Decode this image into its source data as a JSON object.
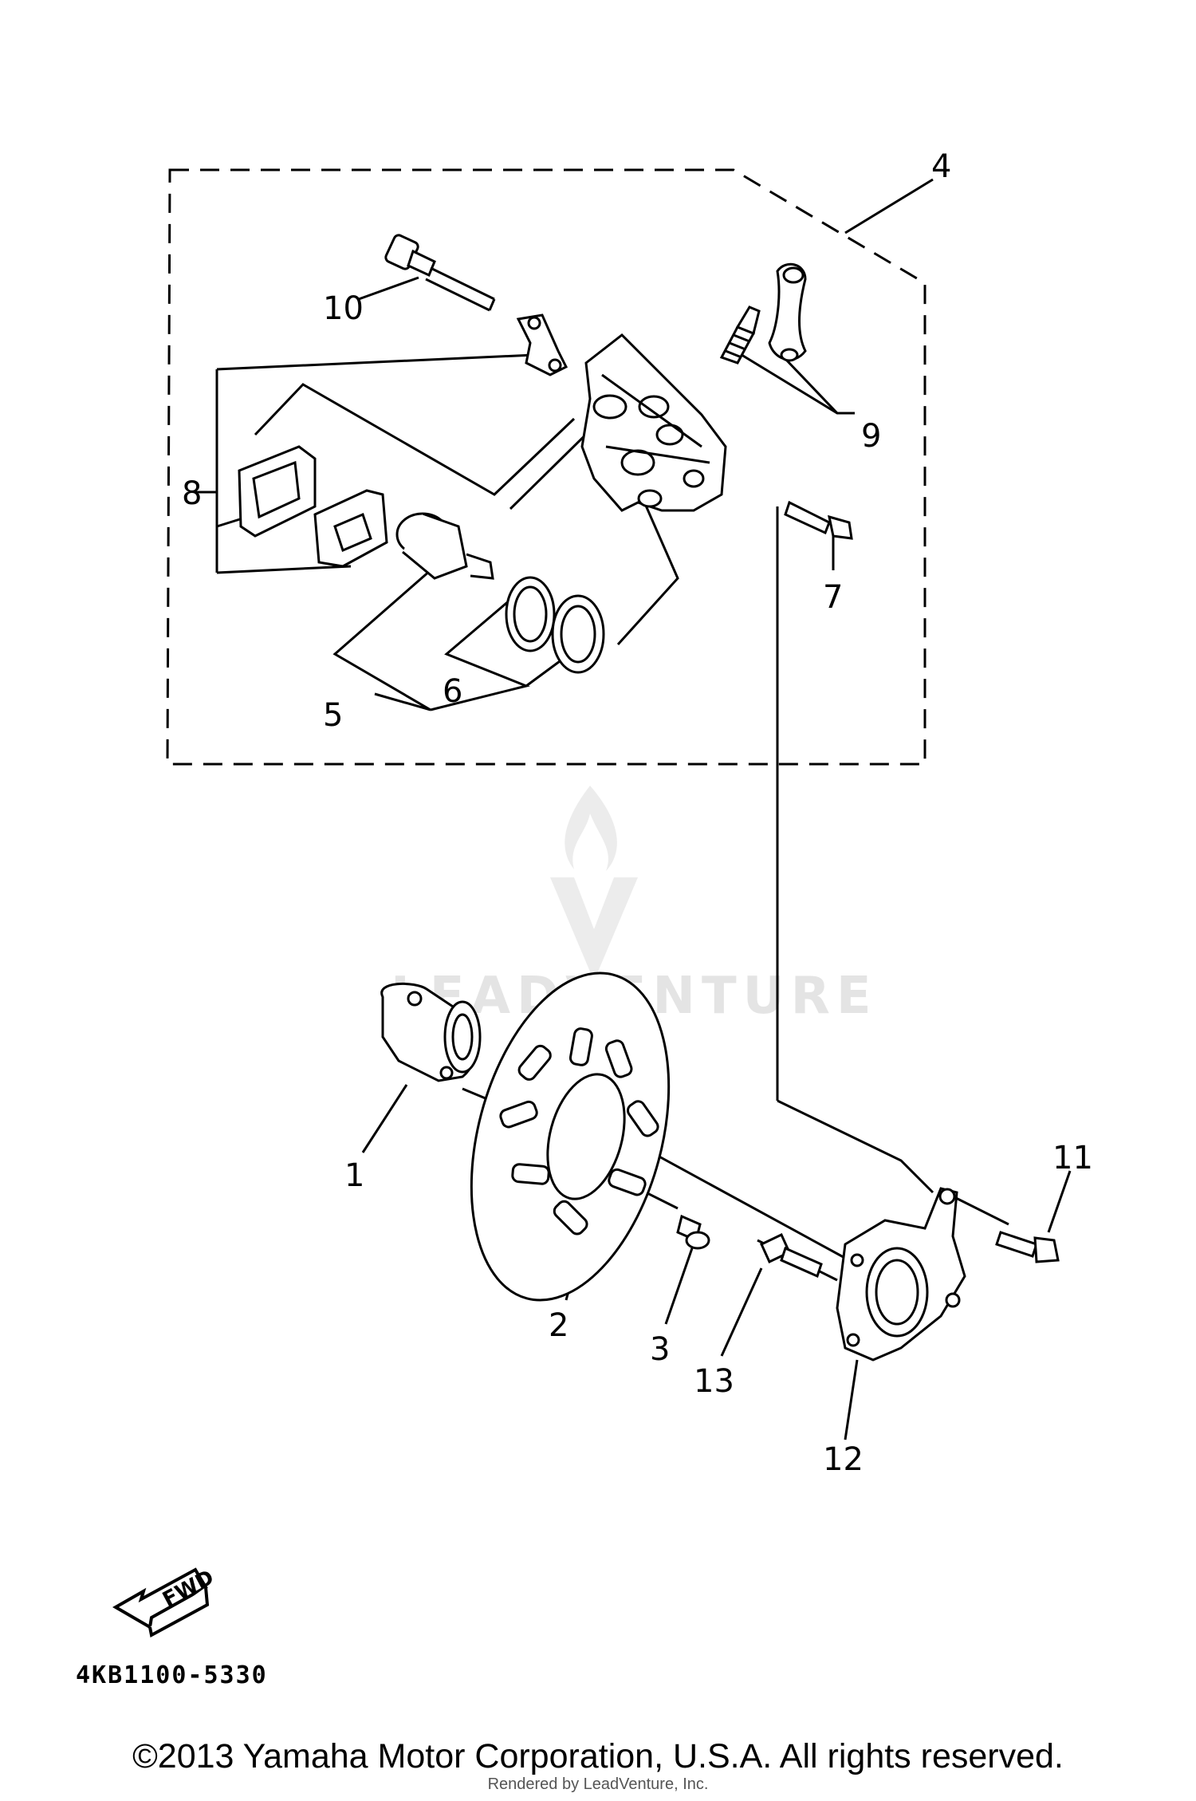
{
  "callouts": {
    "c1": "1",
    "c2": "2",
    "c3": "3",
    "c4": "4",
    "c5": "5",
    "c6": "6",
    "c7": "7",
    "c8": "8",
    "c9": "9",
    "c10": "10",
    "c11": "11",
    "c12": "12",
    "c13": "13"
  },
  "fwd_label": "FWD",
  "diagram_code": "4KB1100-5330",
  "watermark": "LEADVENTURE",
  "copyright": "©2013 Yamaha Motor Corporation, U.S.A. All rights reserved.",
  "rendered_by": "Rendered by LeadVenture, Inc."
}
